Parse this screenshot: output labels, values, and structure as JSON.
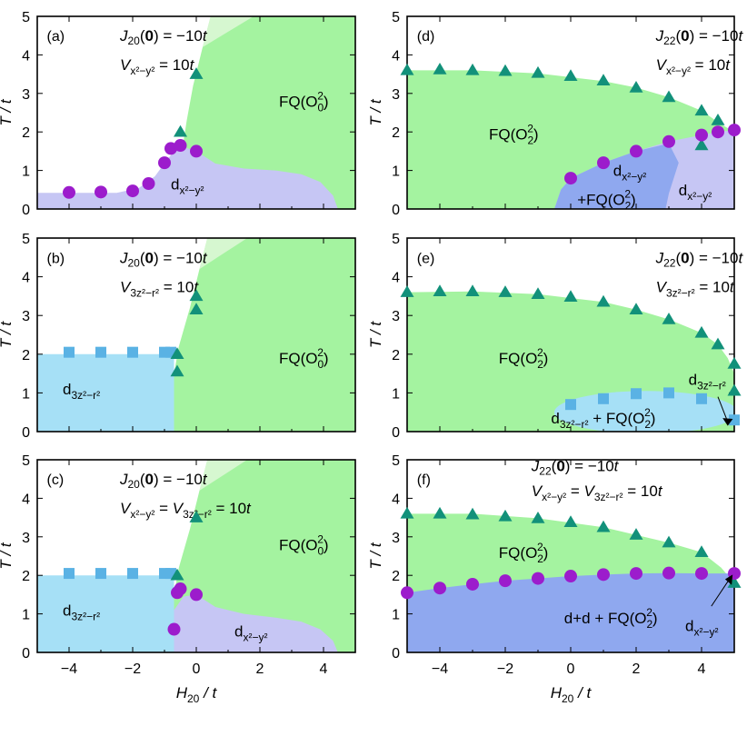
{
  "colors": {
    "fq": "#a4f3a0",
    "fq_fade": "#d6f7d0",
    "dx2y2": "#c6c6f4",
    "d3z2r2": "#a6e0f6",
    "mixed": "#8fa8ef",
    "square": "#5ab2e4",
    "triangle": "#12917a",
    "circle": "#9c1ccc"
  },
  "axes": {
    "x_ticks": [
      "−4",
      "−2",
      "0",
      "2",
      "4"
    ],
    "y_ticks": [
      "0",
      "1",
      "2",
      "3",
      "4",
      "5"
    ],
    "xlabel": "H",
    "xlabel_sub": "20",
    "xlabel_tail": " / t",
    "ylabel": "T / t"
  },
  "panels": [
    {
      "label": "(a)",
      "lines": [
        "J20(0) = −10t",
        "Vx²−y² = 10t"
      ],
      "region_labels": [
        "FQ(O20)",
        "dx²−y²"
      ]
    },
    {
      "label": "(b)",
      "lines": [
        "J20(0) = −10t",
        "V3z²−r² = 10t"
      ],
      "region_labels": [
        "FQ(O20)",
        "d3z²−r²"
      ]
    },
    {
      "label": "(c)",
      "lines": [
        "J20(0) = −10t",
        "Vx²−y² = V3z²−r² = 10t"
      ],
      "region_labels": [
        "FQ(O20)",
        "d3z²−r²",
        "dx²−y²"
      ]
    },
    {
      "label": "(d)",
      "lines": [
        "J22(0) = −10t",
        "Vx²−y² = 10t"
      ],
      "region_labels": [
        "FQ(O22)",
        "dx²−y²",
        "+FQ(O22)",
        "dx²−y²"
      ]
    },
    {
      "label": "(e)",
      "lines": [
        "J22(0) = −10t",
        "V3z²−r² = 10t"
      ],
      "region_labels": [
        "FQ(O22)",
        "d3z²−r²",
        "d3z²−r² + FQ(O22)"
      ]
    },
    {
      "label": "(f)",
      "lines": [
        "J22(0) = −10t",
        "Vx²−y² = V3z²−r² = 10t"
      ],
      "region_labels": [
        "FQ(O22)",
        "d+d + FQ(O22)",
        "dx²−y²"
      ]
    }
  ],
  "chart_data": [
    {
      "panel": "(a)",
      "type": "scatter",
      "xlim": [
        -5,
        5
      ],
      "ylim": [
        0,
        5
      ],
      "xlabel": "H20 / t",
      "ylabel": "T / t",
      "series": [
        {
          "marker": "triangle",
          "x": [
            0,
            -0.5
          ],
          "y": [
            3.5,
            2.0
          ]
        },
        {
          "marker": "circle",
          "x": [
            -4,
            -3,
            -2,
            -1.5,
            -1,
            -0.8,
            -0.5,
            0
          ],
          "y": [
            0.43,
            0.44,
            0.47,
            0.66,
            1.2,
            1.57,
            1.65,
            1.5
          ]
        }
      ]
    },
    {
      "panel": "(b)",
      "type": "scatter",
      "xlim": [
        -5,
        5
      ],
      "ylim": [
        0,
        5
      ],
      "xlabel": "",
      "ylabel": "T / t",
      "series": [
        {
          "marker": "square",
          "x": [
            -4,
            -3,
            -2,
            -1,
            -0.8
          ],
          "y": [
            2.05,
            2.05,
            2.05,
            2.05,
            2.05
          ]
        },
        {
          "marker": "triangle",
          "x": [
            0,
            0,
            -0.6,
            -0.6
          ],
          "y": [
            3.5,
            3.15,
            2.0,
            1.55
          ]
        }
      ]
    },
    {
      "panel": "(c)",
      "type": "scatter",
      "xlim": [
        -5,
        5
      ],
      "ylim": [
        0,
        5
      ],
      "xlabel": "H20 / t",
      "ylabel": "T / t",
      "series": [
        {
          "marker": "square",
          "x": [
            -4,
            -3,
            -2,
            -1,
            -0.8
          ],
          "y": [
            2.05,
            2.05,
            2.05,
            2.05,
            2.05
          ]
        },
        {
          "marker": "triangle",
          "x": [
            0,
            -0.6
          ],
          "y": [
            3.5,
            2.0
          ]
        },
        {
          "marker": "circle",
          "x": [
            -0.5,
            -0.6,
            0,
            -0.7
          ],
          "y": [
            1.65,
            1.55,
            1.5,
            0.6
          ]
        }
      ]
    },
    {
      "panel": "(d)",
      "type": "scatter",
      "xlim": [
        -5,
        5
      ],
      "ylim": [
        0,
        5
      ],
      "xlabel": "H20 / t",
      "ylabel": "T / t",
      "series": [
        {
          "marker": "triangle",
          "x": [
            -5,
            -4,
            -3,
            -2,
            -1,
            0,
            1,
            2,
            3,
            4,
            4.5,
            4
          ],
          "y": [
            3.6,
            3.62,
            3.6,
            3.58,
            3.53,
            3.45,
            3.33,
            3.15,
            2.9,
            2.55,
            2.3,
            1.65
          ]
        },
        {
          "marker": "circle",
          "x": [
            0,
            1,
            2,
            3,
            4,
            4.5,
            5
          ],
          "y": [
            0.8,
            1.2,
            1.5,
            1.75,
            1.92,
            2.0,
            2.05
          ]
        }
      ]
    },
    {
      "panel": "(e)",
      "type": "scatter",
      "xlim": [
        -5,
        5
      ],
      "ylim": [
        0,
        5
      ],
      "xlabel": "H20 / t",
      "ylabel": "T / t",
      "series": [
        {
          "marker": "triangle",
          "x": [
            -5,
            -4,
            -3,
            -2,
            -1,
            0,
            1,
            2,
            3,
            4,
            4.5,
            5,
            5
          ],
          "y": [
            3.6,
            3.62,
            3.62,
            3.6,
            3.55,
            3.48,
            3.35,
            3.15,
            2.9,
            2.55,
            2.25,
            1.75,
            1.05
          ]
        },
        {
          "marker": "square",
          "x": [
            0,
            1,
            2,
            3,
            4,
            5
          ],
          "y": [
            0.7,
            0.85,
            0.98,
            1.0,
            0.85,
            0.3
          ]
        }
      ]
    },
    {
      "panel": "(f)",
      "type": "scatter",
      "xlim": [
        -5,
        5
      ],
      "ylim": [
        0,
        5
      ],
      "xlabel": "H20 / t",
      "ylabel": "T / t",
      "series": [
        {
          "marker": "triangle",
          "x": [
            -5,
            -4,
            -3,
            -2,
            -1,
            0,
            1,
            2,
            3,
            4,
            5
          ],
          "y": [
            3.6,
            3.6,
            3.58,
            3.53,
            3.48,
            3.38,
            3.25,
            3.05,
            2.85,
            2.6,
            1.8
          ]
        },
        {
          "marker": "circle",
          "x": [
            -5,
            -4,
            -3,
            -2,
            -1,
            0,
            1,
            2,
            3,
            4,
            5
          ],
          "y": [
            1.55,
            1.67,
            1.77,
            1.86,
            1.92,
            1.98,
            2.02,
            2.05,
            2.06,
            2.05,
            2.05
          ]
        }
      ]
    }
  ]
}
